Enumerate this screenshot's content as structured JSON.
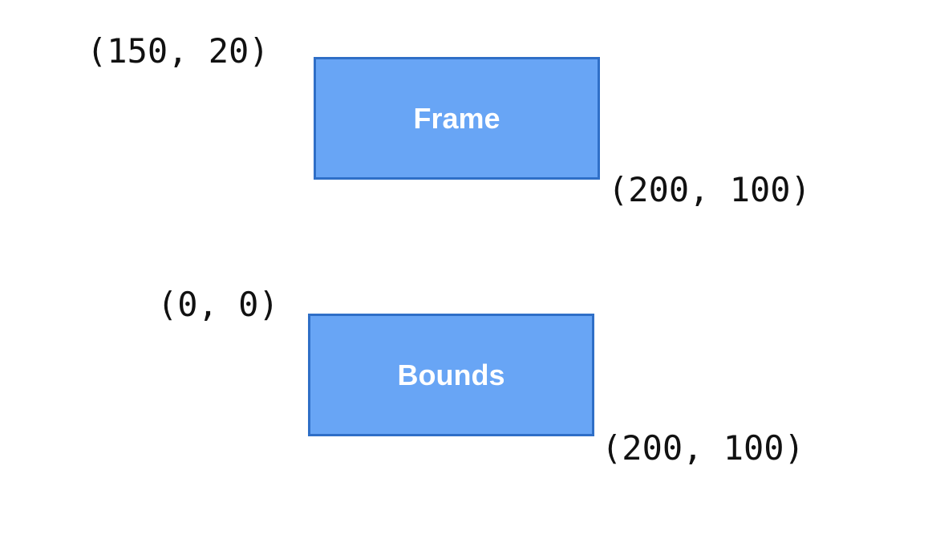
{
  "frame": {
    "label": "Frame",
    "origin_text": "(150, 20)",
    "size_text": "(200, 100)"
  },
  "bounds": {
    "label": "Bounds",
    "origin_text": "(0, 0)",
    "size_text": "(200, 100)"
  },
  "colors": {
    "box_fill": "#68a5f5",
    "box_border": "#2f6fc7",
    "box_text": "#ffffff",
    "coord_text": "#111111",
    "background": "#ffffff"
  }
}
